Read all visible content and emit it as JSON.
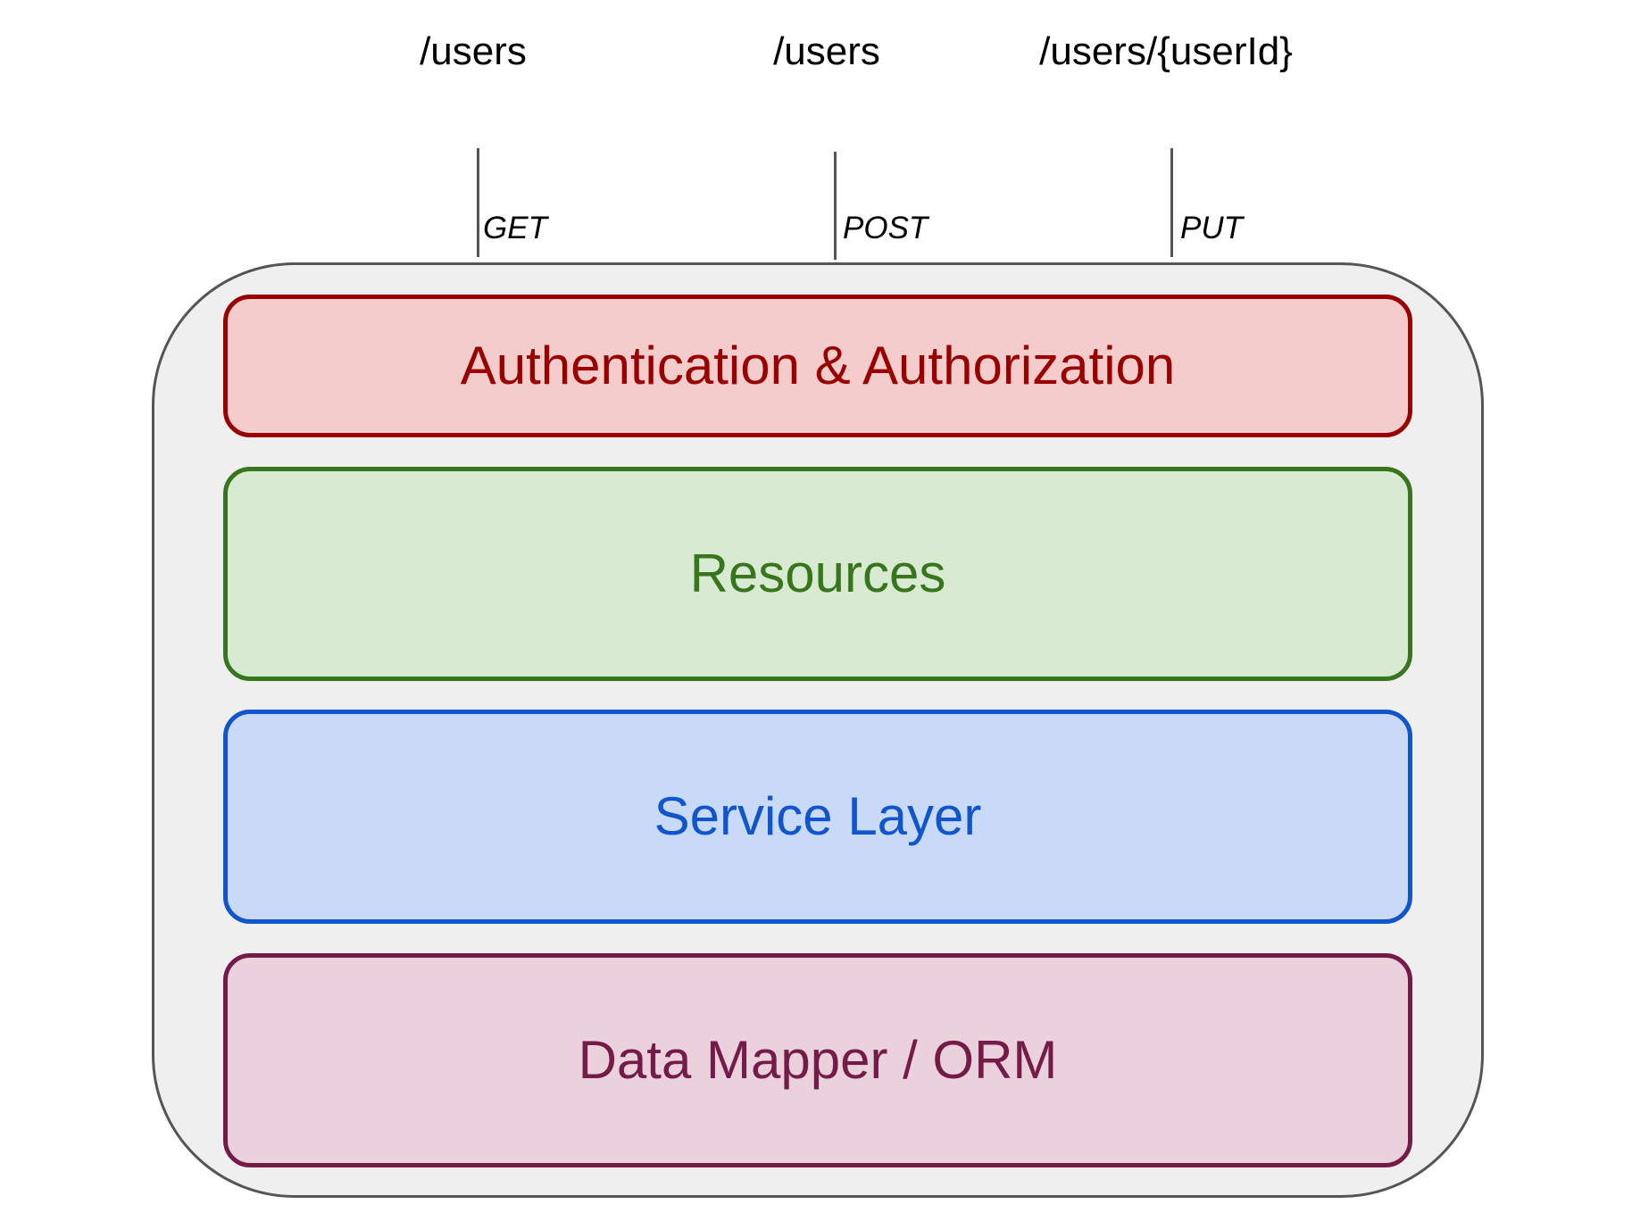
{
  "endpoints": [
    {
      "path": "/users",
      "method": "GET"
    },
    {
      "path": "/users",
      "method": "POST"
    },
    {
      "path": "/users/{userId}",
      "method": "PUT"
    }
  ],
  "layers": [
    {
      "label": "Authentication & Authorization",
      "border_color": "#990000",
      "fill_color": "#f4cccc",
      "text_color": "#990000"
    },
    {
      "label": "Resources",
      "border_color": "#38761d",
      "fill_color": "#d9ead3",
      "text_color": "#38761d"
    },
    {
      "label": "Service Layer",
      "border_color": "#1155cc",
      "fill_color": "#c9daf8",
      "text_color": "#1155cc"
    },
    {
      "label": "Data Mapper / ORM",
      "border_color": "#741b47",
      "fill_color": "#ead1dc",
      "text_color": "#741b47"
    }
  ],
  "container": {
    "fill_color": "#efefef",
    "border_color": "#555555"
  }
}
